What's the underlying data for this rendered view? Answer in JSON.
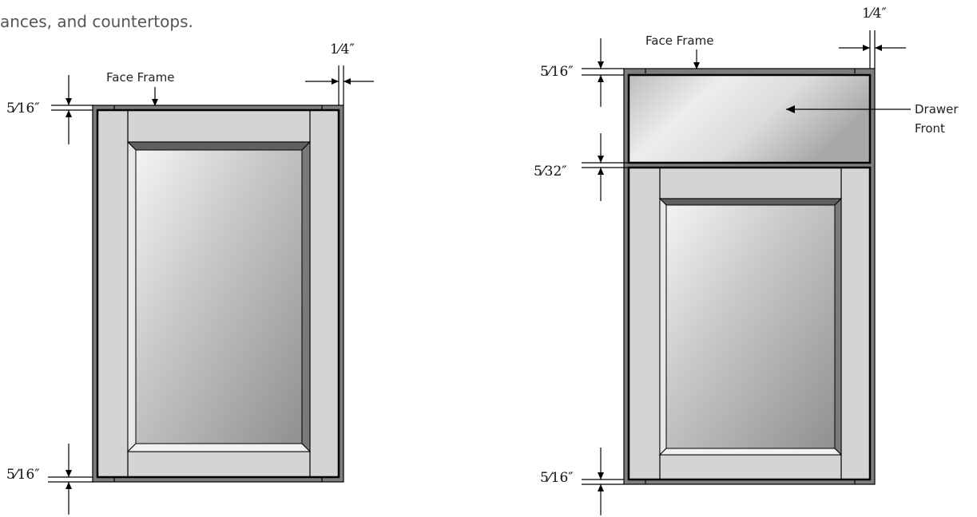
{
  "intro_text": "ances, and countertops.",
  "labels": {
    "face_frame": "Face Frame",
    "drawer_front_line1": "Drawer",
    "drawer_front_line2": "Front"
  },
  "dimensions": {
    "top_reveal": "5⁄16″",
    "bottom_reveal": "5⁄16″",
    "side_reveal": "1⁄4″",
    "drawer_door_gap": "5⁄32″"
  },
  "colors": {
    "frame": "#7d7d7d",
    "door": "#d4d4d4",
    "line": "#000000"
  }
}
